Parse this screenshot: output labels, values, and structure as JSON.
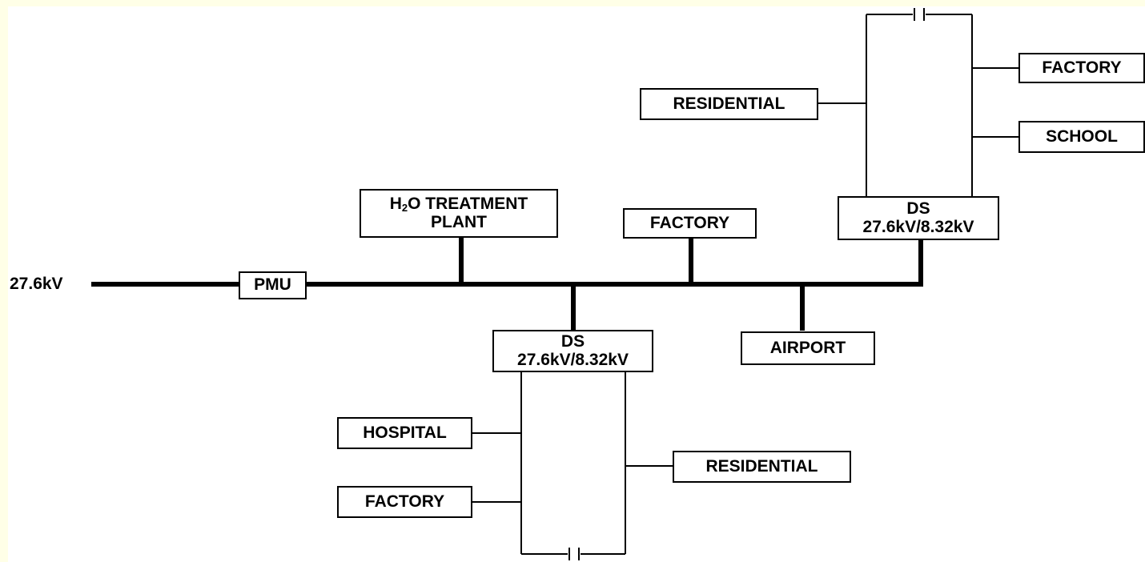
{
  "supply_label": "27.6kV",
  "pmu": "PMU",
  "water_plant": {
    "h": "H",
    "sub": "2",
    "rest": "O TREATMENT",
    "line2": "PLANT"
  },
  "factory_main": "FACTORY",
  "airport": "AIRPORT",
  "ds_top": {
    "line1": "DS",
    "line2": "27.6kV/8.32kV"
  },
  "ds_bottom": {
    "line1": "DS",
    "line2": "27.6kV/8.32kV"
  },
  "top_branch": {
    "residential": "RESIDENTIAL",
    "factory": "FACTORY",
    "school": "SCHOOL"
  },
  "bottom_branch": {
    "hospital": "HOSPITAL",
    "factory": "FACTORY",
    "residential": "RESIDENTIAL"
  }
}
